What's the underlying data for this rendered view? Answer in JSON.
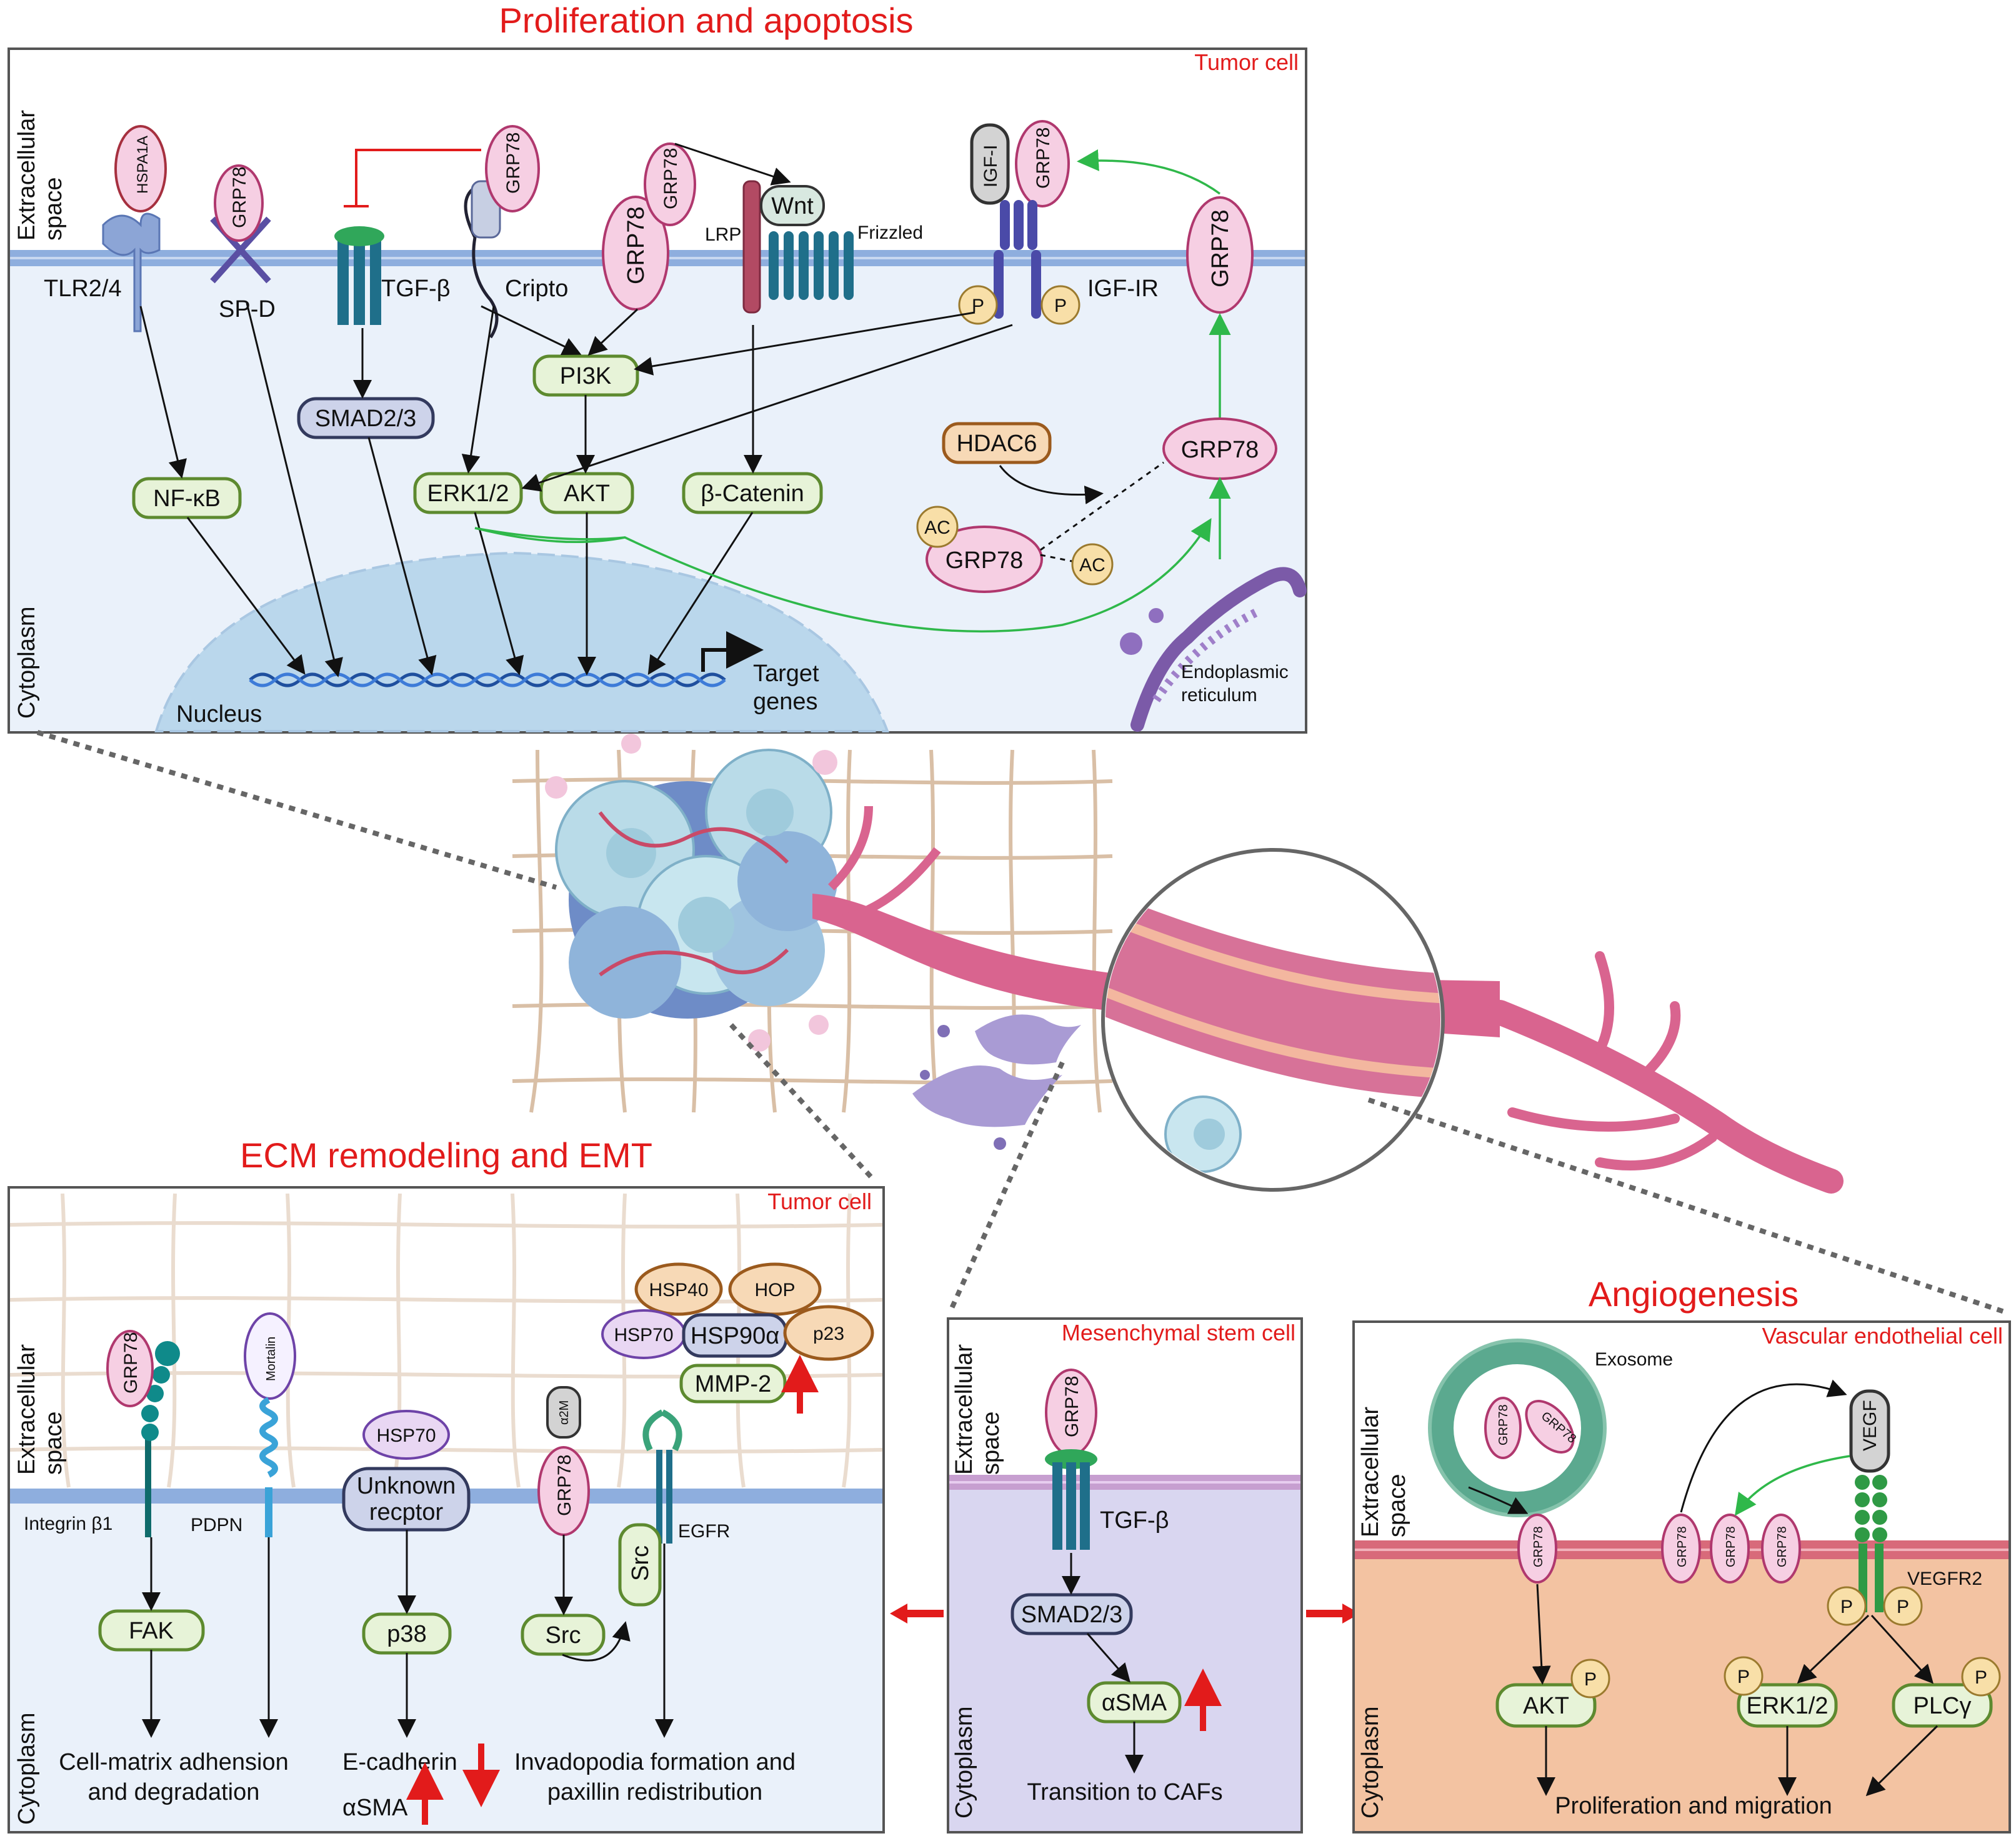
{
  "titles": {
    "proliferation": "Proliferation and apoptosis",
    "ecm": "ECM remodeling and EMT",
    "angio": "Angiogenesis"
  },
  "cell_labels": {
    "top": "Tumor cell",
    "ecm": "Tumor cell",
    "msc": "Mesenchymal stem cell",
    "vec": "Vascular endothelial cell"
  },
  "side_labels": {
    "extracellular": "Extracellular",
    "space": "space",
    "cytoplasm": "Cytoplasm"
  },
  "top_panel": {
    "receptors": {
      "hspa1a": "HSPA1A",
      "tlr": "TLR2/4",
      "grp78": "GRP78",
      "spd": "SP-D",
      "tgfb": "TGF-β",
      "cripto": "Cripto",
      "lrp": "LRP",
      "wnt": "Wnt",
      "frizzled": "Frizzled",
      "igf1": "IGF-I",
      "igf1r": "IGF-IR",
      "p": "P"
    },
    "nodes": {
      "pi3k": "PI3K",
      "smad": "SMAD2/3",
      "nfkb": "NF-κB",
      "erk": "ERK1/2",
      "akt": "AKT",
      "bcat": "β-Catenin",
      "hdac6": "HDAC6",
      "grp78": "GRP78",
      "ac": "AC"
    },
    "nucleus": "Nucleus",
    "target_genes_1": "Target",
    "target_genes_2": "genes",
    "er_1": "Endoplasmic",
    "er_2": "reticulum"
  },
  "ecm_panel": {
    "grp78": "GRP78",
    "mortalin": "Mortalin",
    "hsp70": "HSP70",
    "unknown_1": "Unknown",
    "unknown_2": "recptor",
    "a2m": "α2M",
    "hsp40": "HSP40",
    "hop": "HOP",
    "hsp90": "HSP90α",
    "p23": "p23",
    "mmp2": "MMP-2",
    "integrin": "Integrin β1",
    "pdpn": "PDPN",
    "egfr": "EGFR",
    "src": "Src",
    "fak": "FAK",
    "p38": "p38",
    "out1_a": "Cell-matrix adhension",
    "out1_b": "and degradation",
    "out2_a": "E-cadherin",
    "out2_b": "αSMA",
    "out3_a": "Invadopodia formation and",
    "out3_b": "paxillin redistribution"
  },
  "msc_panel": {
    "grp78": "GRP78",
    "tgfb": "TGF-β",
    "smad": "SMAD2/3",
    "asma": "αSMA",
    "outcome": "Transition to CAFs"
  },
  "angio_panel": {
    "exosome": "Exosome",
    "grp78": "GRP78",
    "vegf": "VEGF",
    "vegfr2": "VEGFR2",
    "p": "P",
    "akt": "AKT",
    "erk": "ERK1/2",
    "plcg": "PLCγ",
    "outcome": "Proliferation and migration"
  },
  "colors": {
    "title_red": "#e21b1b",
    "grp78_fill": "#f6cfe3",
    "membrane_blue": "#8eaede",
    "membrane_purple": "#c79fd0",
    "membrane_red": "#d86a7a",
    "cyto_blue": "#eaf1fa",
    "cyto_purple": "#d9d6f0",
    "cyto_orange": "#f3c3a2",
    "vessel": "#d9648f"
  }
}
